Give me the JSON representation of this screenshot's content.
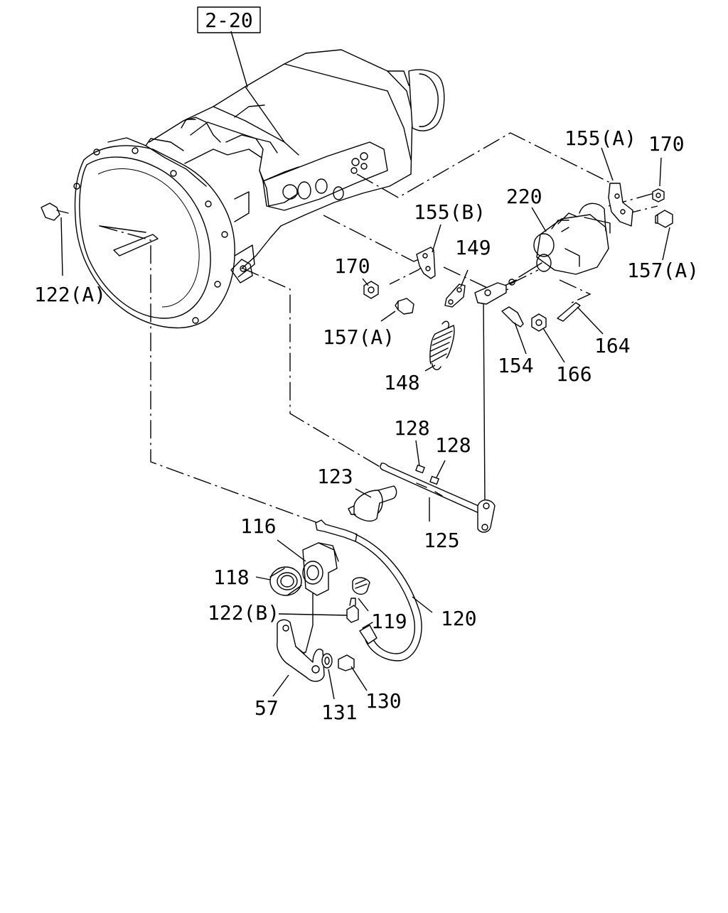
{
  "diagram": {
    "ref_box": "2-20",
    "callouts": [
      {
        "id": "c-155a",
        "text": "155(A)"
      },
      {
        "id": "c-170-r",
        "text": "170"
      },
      {
        "id": "c-220",
        "text": "220"
      },
      {
        "id": "c-155b",
        "text": "155(B)"
      },
      {
        "id": "c-149",
        "text": "149"
      },
      {
        "id": "c-170-l",
        "text": "170"
      },
      {
        "id": "c-157a-r",
        "text": "157(A)"
      },
      {
        "id": "c-122a",
        "text": "122(A)"
      },
      {
        "id": "c-157a-l",
        "text": "157(A)"
      },
      {
        "id": "c-164",
        "text": "164"
      },
      {
        "id": "c-154",
        "text": "154"
      },
      {
        "id": "c-166",
        "text": "166"
      },
      {
        "id": "c-148",
        "text": "148"
      },
      {
        "id": "c-128-a",
        "text": "128"
      },
      {
        "id": "c-128-b",
        "text": "128"
      },
      {
        "id": "c-123",
        "text": "123"
      },
      {
        "id": "c-116",
        "text": "116"
      },
      {
        "id": "c-125",
        "text": "125"
      },
      {
        "id": "c-118",
        "text": "118"
      },
      {
        "id": "c-120",
        "text": "120"
      },
      {
        "id": "c-122b",
        "text": "122(B)"
      },
      {
        "id": "c-119",
        "text": "119"
      },
      {
        "id": "c-57",
        "text": "57"
      },
      {
        "id": "c-130",
        "text": "130"
      },
      {
        "id": "c-131",
        "text": "131"
      }
    ]
  }
}
